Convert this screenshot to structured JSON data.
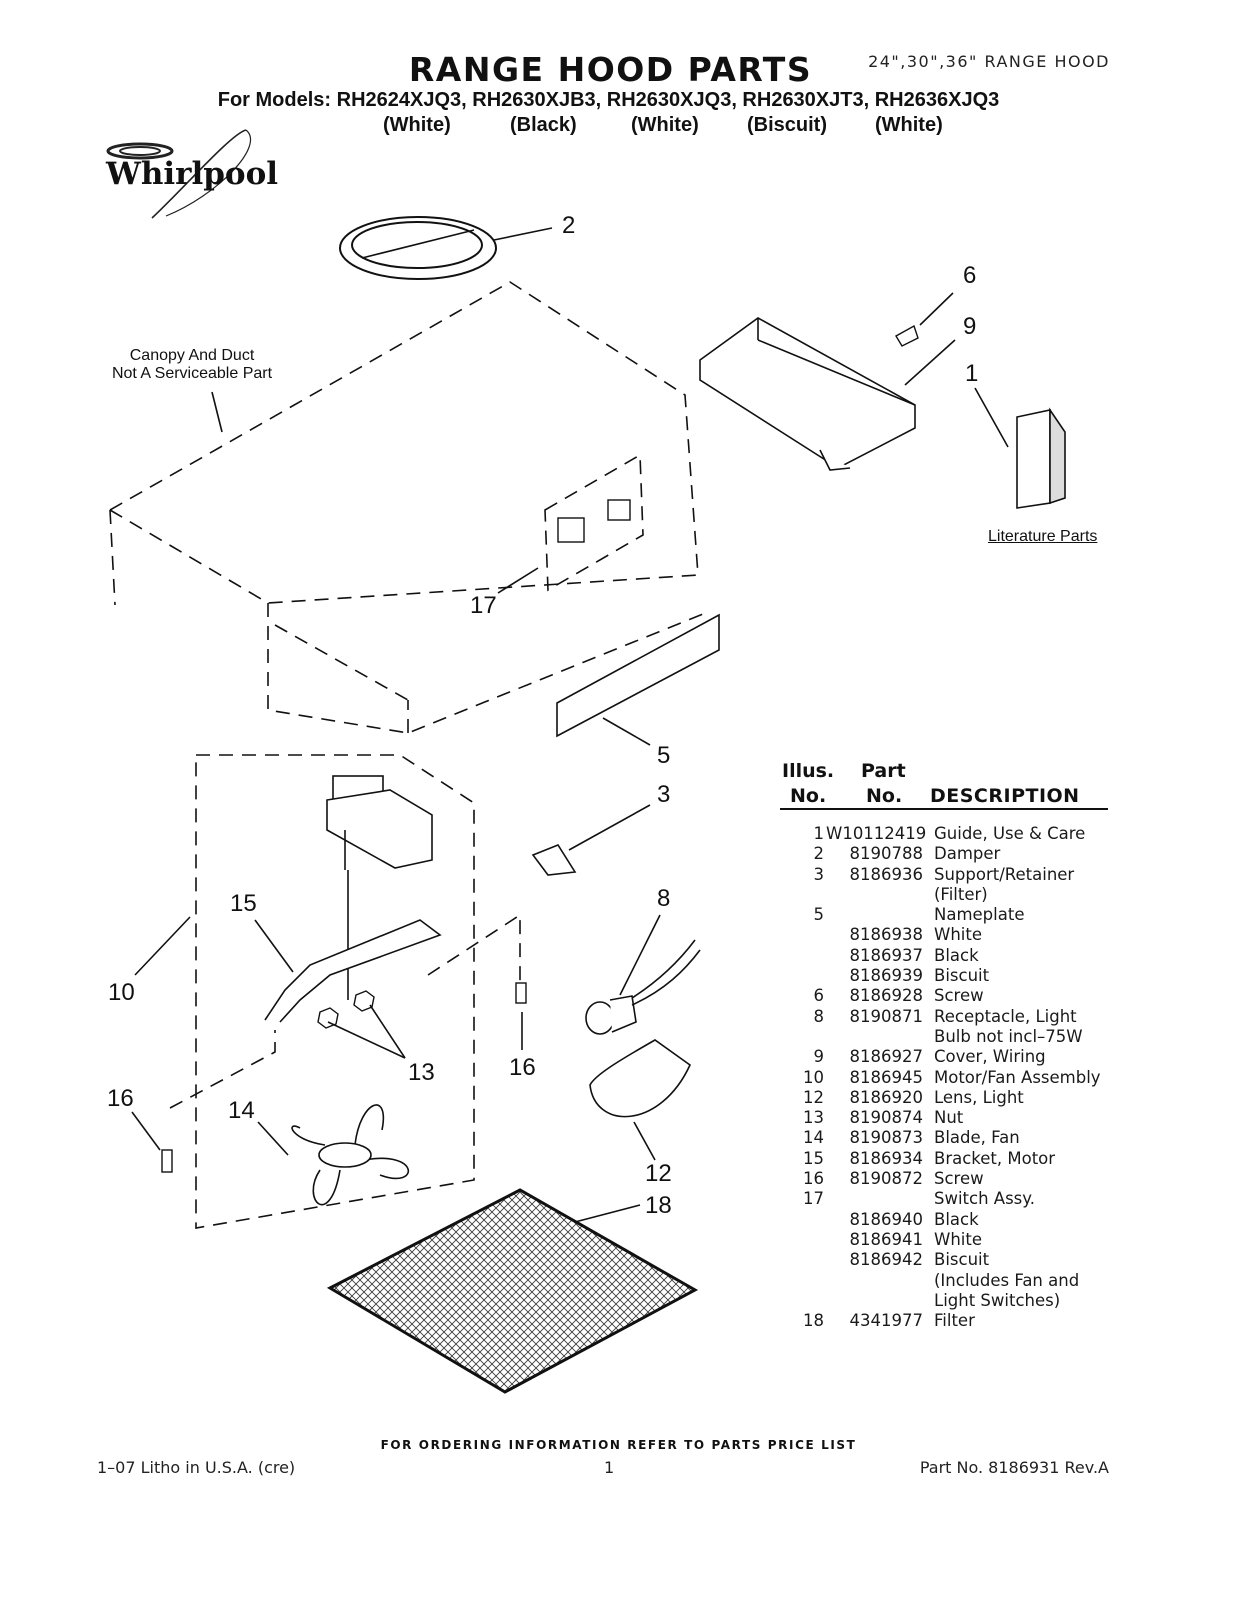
{
  "header": {
    "title": "RANGE HOOD PARTS",
    "subtitle_right": "24\",30\",36\" RANGE HOOD",
    "models_line": "For Models: RH2624XJQ3, RH2630XJB3, RH2630XJQ3, RH2630XJT3, RH2636XJQ3",
    "model_colors": [
      "(White)",
      "(Black)",
      "(White)",
      "(Biscuit)",
      "(White)"
    ],
    "brand": "Whirlpool"
  },
  "diagram": {
    "canopy_note_line1": "Canopy And Duct",
    "canopy_note_line2": "Not A Serviceable Part",
    "literature_label": "Literature Parts",
    "callouts": [
      "2",
      "6",
      "9",
      "1",
      "17",
      "5",
      "3",
      "8",
      "15",
      "10",
      "13",
      "16",
      "16",
      "14",
      "12",
      "18"
    ]
  },
  "parts_table": {
    "col_illus_line1": "Illus.",
    "col_illus_line2": "No.",
    "col_part_line1": "Part",
    "col_part_line2": "No.",
    "col_desc": "DESCRIPTION",
    "rows": [
      {
        "illus": "1",
        "part": "W10112419",
        "desc": "Guide, Use & Care"
      },
      {
        "illus": "2",
        "part": "8190788",
        "desc": "Damper"
      },
      {
        "illus": "3",
        "part": "8186936",
        "desc": "Support/Retainer"
      },
      {
        "illus": "",
        "part": "",
        "desc": "(Filter)"
      },
      {
        "illus": "5",
        "part": "",
        "desc": "Nameplate"
      },
      {
        "illus": "",
        "part": "8186938",
        "desc": "White"
      },
      {
        "illus": "",
        "part": "8186937",
        "desc": "Black"
      },
      {
        "illus": "",
        "part": "8186939",
        "desc": "Biscuit"
      },
      {
        "illus": "6",
        "part": "8186928",
        "desc": "Screw"
      },
      {
        "illus": "8",
        "part": "8190871",
        "desc": "Receptacle, Light"
      },
      {
        "illus": "",
        "part": "",
        "desc": "Bulb not incl–75W"
      },
      {
        "illus": "9",
        "part": "8186927",
        "desc": "Cover, Wiring"
      },
      {
        "illus": "10",
        "part": "8186945",
        "desc": "Motor/Fan Assembly"
      },
      {
        "illus": "12",
        "part": "8186920",
        "desc": "Lens, Light"
      },
      {
        "illus": "13",
        "part": "8190874",
        "desc": "Nut"
      },
      {
        "illus": "14",
        "part": "8190873",
        "desc": "Blade, Fan"
      },
      {
        "illus": "15",
        "part": "8186934",
        "desc": "Bracket, Motor"
      },
      {
        "illus": "16",
        "part": "8190872",
        "desc": "Screw"
      },
      {
        "illus": "17",
        "part": "",
        "desc": "Switch Assy."
      },
      {
        "illus": "",
        "part": "8186940",
        "desc": "Black"
      },
      {
        "illus": "",
        "part": "8186941",
        "desc": "White"
      },
      {
        "illus": "",
        "part": "8186942",
        "desc": "Biscuit"
      },
      {
        "illus": "",
        "part": "",
        "desc": "(Includes Fan and"
      },
      {
        "illus": "",
        "part": "",
        "desc": "Light Switches)"
      },
      {
        "illus": "18",
        "part": "4341977",
        "desc": "Filter"
      }
    ]
  },
  "footer": {
    "ordering_note": "FOR ORDERING INFORMATION REFER TO PARTS PRICE LIST",
    "litho": "1–07 Litho in U.S.A. (cre)",
    "page_number": "1",
    "part_number": "Part No. 8186931 Rev.A"
  }
}
